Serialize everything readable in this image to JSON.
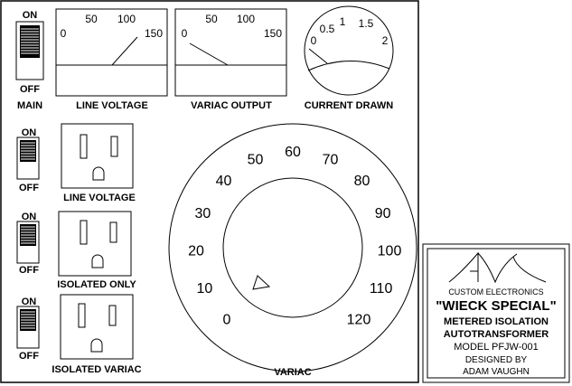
{
  "switches": {
    "main": {
      "on": "ON",
      "off": "OFF",
      "label": "MAIN"
    },
    "s1": {
      "on": "ON",
      "off": "OFF"
    },
    "s2": {
      "on": "ON",
      "off": "OFF"
    },
    "s3": {
      "on": "ON",
      "off": "OFF"
    }
  },
  "meters": {
    "line_voltage": {
      "ticks": [
        "0",
        "50",
        "100",
        "150"
      ],
      "label": "LINE VOLTAGE"
    },
    "variac_output": {
      "ticks": [
        "0",
        "50",
        "100",
        "150"
      ],
      "label": "VARIAC OUTPUT"
    },
    "current_drawn": {
      "ticks": [
        "0",
        "0.5",
        "1",
        "1.5",
        "2"
      ],
      "label": "CURRENT DRAWN"
    }
  },
  "outlets": {
    "o1": {
      "label": "LINE VOLTAGE"
    },
    "o2": {
      "label": "ISOLATED ONLY"
    },
    "o3": {
      "label": "ISOLATED VARIAC"
    }
  },
  "dial": {
    "label": "VARIAC",
    "numbers": [
      "0",
      "10",
      "20",
      "30",
      "40",
      "50",
      "60",
      "70",
      "80",
      "90",
      "100",
      "110",
      "120"
    ]
  },
  "nameplate": {
    "line1": "CUSTOM ELECTRONICS",
    "line2": "\"WIECK SPECIAL\"",
    "line3": "METERED ISOLATION",
    "line4": "AUTOTRANSFORMER",
    "line5": "MODEL PFJW-001",
    "line6": "DESIGNED BY",
    "line7": "ADAM VAUGHN"
  }
}
